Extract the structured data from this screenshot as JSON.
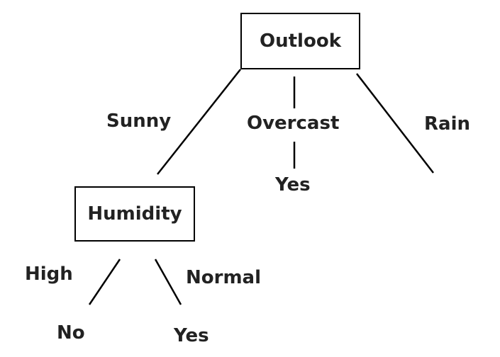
{
  "tree": {
    "root": {
      "label": "Outlook"
    },
    "branches": {
      "sunny": "Sunny",
      "overcast": "Overcast",
      "rain": "Rain",
      "high": "High",
      "normal": "Normal"
    },
    "humidity": {
      "label": "Humidity"
    },
    "leaves": {
      "overcast_yes": "Yes",
      "high_no": "No",
      "normal_yes": "Yes"
    }
  },
  "colors": {
    "line": "#000000",
    "text": "#222222"
  }
}
